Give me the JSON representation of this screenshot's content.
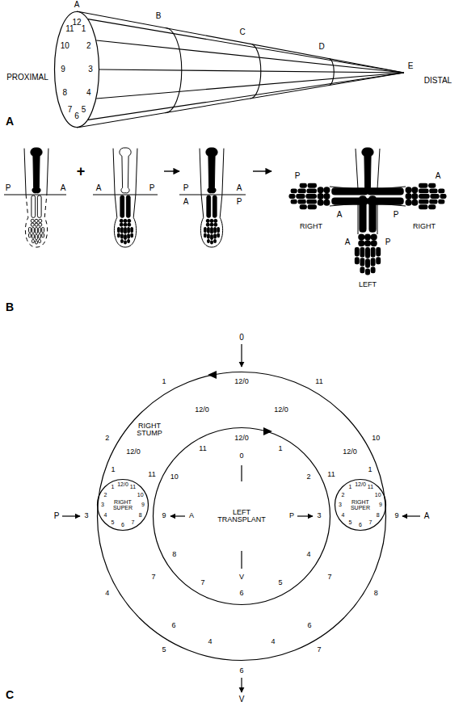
{
  "diagram": {
    "nodes": [
      {
        "text": [
          "12",
          "1",
          "2",
          "3",
          "4",
          "5",
          "6",
          "7",
          "8",
          "9",
          "10",
          "11"
        ]
      },
      {
        "text": [
          "RIGHT STUMP",
          "12/0",
          "1",
          "2",
          "3",
          "4",
          "5",
          "6",
          "7",
          "8",
          "9",
          "10",
          "11",
          "12/0",
          "12/0",
          "1",
          "12/0",
          "11",
          "11",
          "12/0",
          "1",
          "7",
          "6",
          "4",
          "4",
          "6",
          "7"
        ]
      },
      {
        "text": [
          "LEFT TRANSPLANT",
          "12/0",
          "1",
          "2",
          "3",
          "4",
          "5",
          "6",
          "7",
          "8",
          "9",
          "10",
          "11",
          "0",
          "V",
          "P",
          "A"
        ],
        "in": 1
      },
      {
        "text": [
          "RIGHT SUPER",
          "12/0",
          "1",
          "2",
          "3",
          "4",
          "5",
          "6",
          "7",
          "8",
          "9",
          "10",
          "11"
        ],
        "in": 1
      },
      {
        "text": [
          "RIGHT SUPER",
          "12/0",
          "1",
          "2",
          "3",
          "4",
          "5",
          "6",
          "7",
          "8",
          "9",
          "10",
          "11"
        ],
        "in": 1
      }
    ],
    "labels": [
      "A",
      "B",
      "C",
      "D",
      "E",
      "PROXIMAL",
      "DISTAL",
      "A",
      "P",
      "A",
      "+",
      "A",
      "P",
      "P",
      "A",
      "A",
      "P",
      "P",
      "A",
      "RIGHT",
      "A",
      "A",
      "P",
      "P",
      "RIGHT",
      "LEFT",
      "B",
      "0",
      "V",
      "P",
      "A",
      "C"
    ]
  }
}
